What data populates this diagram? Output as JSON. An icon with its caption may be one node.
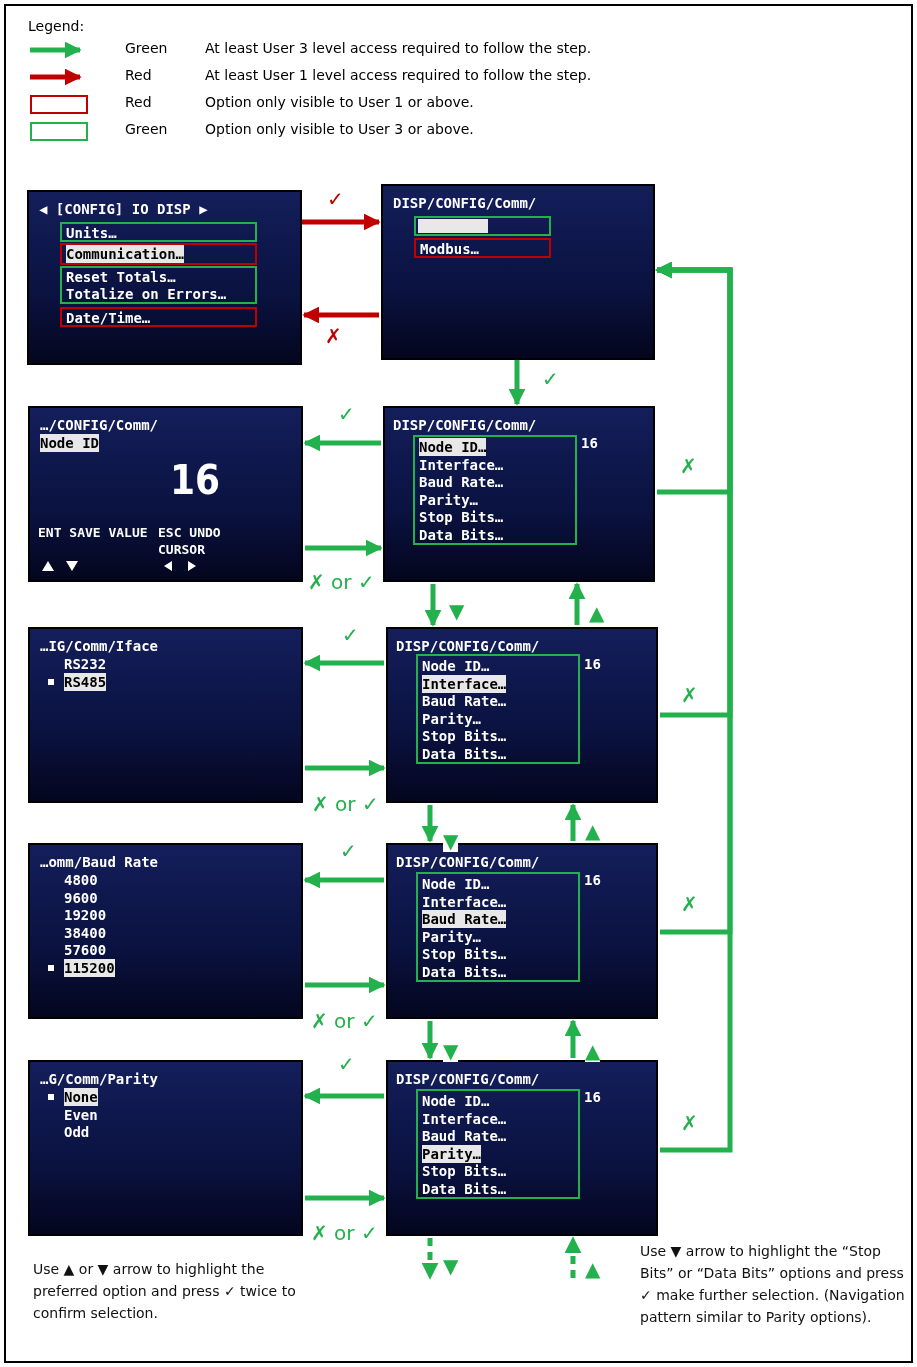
{
  "diagram": {
    "nodes": [
      {
        "text": [
          "◀ [CONFIG]  IO  DISP ▶"
        ]
      },
      {
        "text": [
          "Units…"
        ],
        "in": 0
      },
      {
        "text": [
          "Communication…"
        ],
        "in": 0
      },
      {
        "text": [
          "Reset Totals…",
          "Totalize on Errors…"
        ],
        "in": 0
      },
      {
        "text": [
          "Date/Time…"
        ],
        "in": 0
      },
      {
        "text": [
          "DISP/CONFIG/Comm/"
        ]
      },
      {
        "text": [],
        "shape": "box",
        "in": 5
      },
      {
        "text": [
          "Modbus…"
        ],
        "in": 5
      },
      {
        "text": [
          "…/CONFIG/Comm/",
          "Node ID",
          "16",
          "ENT  SAVE VALUE",
          "ESC  UNDO CURSOR"
        ]
      },
      {
        "text": [
          "DISP/CONFIG/Comm/",
          "16"
        ]
      },
      {
        "text": [
          "Node ID…",
          "Interface…",
          "Baud Rate…",
          "Parity…",
          "Stop Bits…",
          "Data Bits…"
        ],
        "in": 9
      },
      {
        "text": [
          "…IG/Comm/Iface",
          "RS232",
          "RS485"
        ]
      },
      {
        "text": [
          "DISP/CONFIG/Comm/",
          "16"
        ]
      },
      {
        "text": [
          "Node ID…",
          "Interface…",
          "Baud Rate…",
          "Parity…",
          "Stop Bits…",
          "Data Bits…"
        ],
        "in": 12
      },
      {
        "text": [
          "…omm/Baud Rate",
          "4800",
          "9600",
          "19200",
          "38400",
          "57600",
          "115200"
        ]
      },
      {
        "text": [
          "DISP/CONFIG/Comm/",
          "16"
        ]
      },
      {
        "text": [
          "Node ID…",
          "Interface…",
          "Baud Rate…",
          "Parity…",
          "Stop Bits…",
          "Data Bits…"
        ],
        "in": 15
      },
      {
        "text": [
          "…G/Comm/Parity",
          "None",
          "Even",
          "Odd"
        ]
      },
      {
        "text": [
          "DISP/CONFIG/Comm/",
          "16"
        ]
      },
      {
        "text": [
          "Node ID…",
          "Interface…",
          "Baud Rate…",
          "Parity…",
          "Stop Bits…",
          "Data Bits…"
        ],
        "in": 18
      }
    ],
    "edges": [
      {
        "from": 2,
        "to": 5,
        "arrow": "to",
        "label": "✓",
        "color": "#c00000"
      },
      {
        "from": 5,
        "to": 0,
        "arrow": "to",
        "label": "✗",
        "color": "#c00000"
      },
      {
        "from": 6,
        "to": 9,
        "arrow": "to",
        "label": "✓"
      },
      {
        "from": 9,
        "to": 8,
        "arrow": "to",
        "label": "✓"
      },
      {
        "from": 8,
        "to": 9,
        "arrow": "to",
        "label": "✗ or ✓"
      },
      {
        "from": 9,
        "to": 5,
        "arrow": "to",
        "label": "✗"
      },
      {
        "from": 9,
        "to": 12,
        "arrow": "to",
        "label": "▼"
      },
      {
        "from": 12,
        "to": 9,
        "arrow": "to",
        "label": "▲"
      },
      {
        "from": 12,
        "to": 11,
        "arrow": "to",
        "label": "✓"
      },
      {
        "from": 11,
        "to": 12,
        "arrow": "to",
        "label": "✗ or ✓"
      },
      {
        "from": 12,
        "to": 5,
        "arrow": "to",
        "label": "✗"
      },
      {
        "from": 12,
        "to": 15,
        "arrow": "to",
        "label": "▼"
      },
      {
        "from": 15,
        "to": 12,
        "arrow": "to",
        "label": "▲"
      },
      {
        "from": 15,
        "to": 14,
        "arrow": "to",
        "label": "✓"
      },
      {
        "from": 14,
        "to": 15,
        "arrow": "to",
        "label": "✗ or ✓"
      },
      {
        "from": 15,
        "to": 5,
        "arrow": "to",
        "label": "✗"
      },
      {
        "from": 15,
        "to": 18,
        "arrow": "to",
        "label": "▼"
      },
      {
        "from": 18,
        "to": 15,
        "arrow": "to",
        "label": "▲"
      },
      {
        "from": 18,
        "to": 17,
        "arrow": "to",
        "label": "✓"
      },
      {
        "from": 17,
        "to": 18,
        "arrow": "to",
        "label": "✗ or ✓"
      },
      {
        "from": 18,
        "to": 5,
        "arrow": "to",
        "label": "✗"
      },
      {
        "from": 18,
        "to": null,
        "arrow": "to",
        "label": "▼",
        "style": "dashed"
      },
      {
        "from": null,
        "to": 18,
        "arrow": "to",
        "label": "▲",
        "style": "dashed"
      }
    ],
    "labels": [
      "Legend:",
      "Green",
      "Red",
      "Red",
      "Green",
      "Use ▲ or ▼ arrow to highlight the preferred option and press ✓ twice to confirm selection.",
      "Use ▼ arrow to highlight the “Stop Bits” or “Data Bits” options and press ✓ make further selection. (Navigation pattern similar to Parity options)."
    ],
    "legend": [
      {
        "text": "At least User 3 level access required to follow the step."
      },
      {
        "text": "At least User 1 level access required to follow the step."
      },
      {
        "text": "Option only visible to User 1 or above."
      },
      {
        "text": "Option only visible to User 3 or above."
      }
    ]
  }
}
